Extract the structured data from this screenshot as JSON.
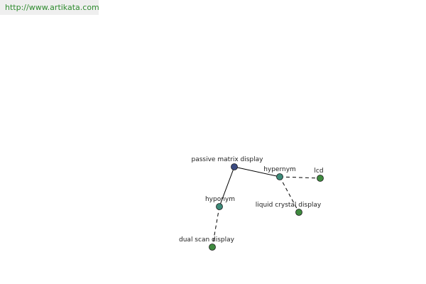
{
  "header": {
    "url": "http://www.artikata.com"
  },
  "colors": {
    "url_text": "#2e8b2e",
    "url_bg": "#efefef",
    "node_root": "#3b4a80",
    "node_relation": "#3c8a78",
    "node_leaf": "#3f8a3f",
    "edge": "#000000"
  },
  "graph": {
    "nodes": [
      {
        "id": "root",
        "label": "passive matrix display",
        "kind": "root"
      },
      {
        "id": "hypernym",
        "label": "hypernym",
        "kind": "relation"
      },
      {
        "id": "hyponym",
        "label": "hyponym",
        "kind": "relation"
      },
      {
        "id": "lcd",
        "label": "lcd",
        "kind": "leaf"
      },
      {
        "id": "lcdisplay",
        "label": "liquid crystal display",
        "kind": "leaf"
      },
      {
        "id": "dualscan",
        "label": "dual scan display",
        "kind": "leaf"
      }
    ],
    "edges": [
      {
        "from": "root",
        "to": "hypernym",
        "style": "solid"
      },
      {
        "from": "root",
        "to": "hyponym",
        "style": "solid"
      },
      {
        "from": "hypernym",
        "to": "lcd",
        "style": "dashed"
      },
      {
        "from": "hypernym",
        "to": "lcdisplay",
        "style": "dashed"
      },
      {
        "from": "hyponym",
        "to": "dualscan",
        "style": "dashed"
      }
    ]
  }
}
